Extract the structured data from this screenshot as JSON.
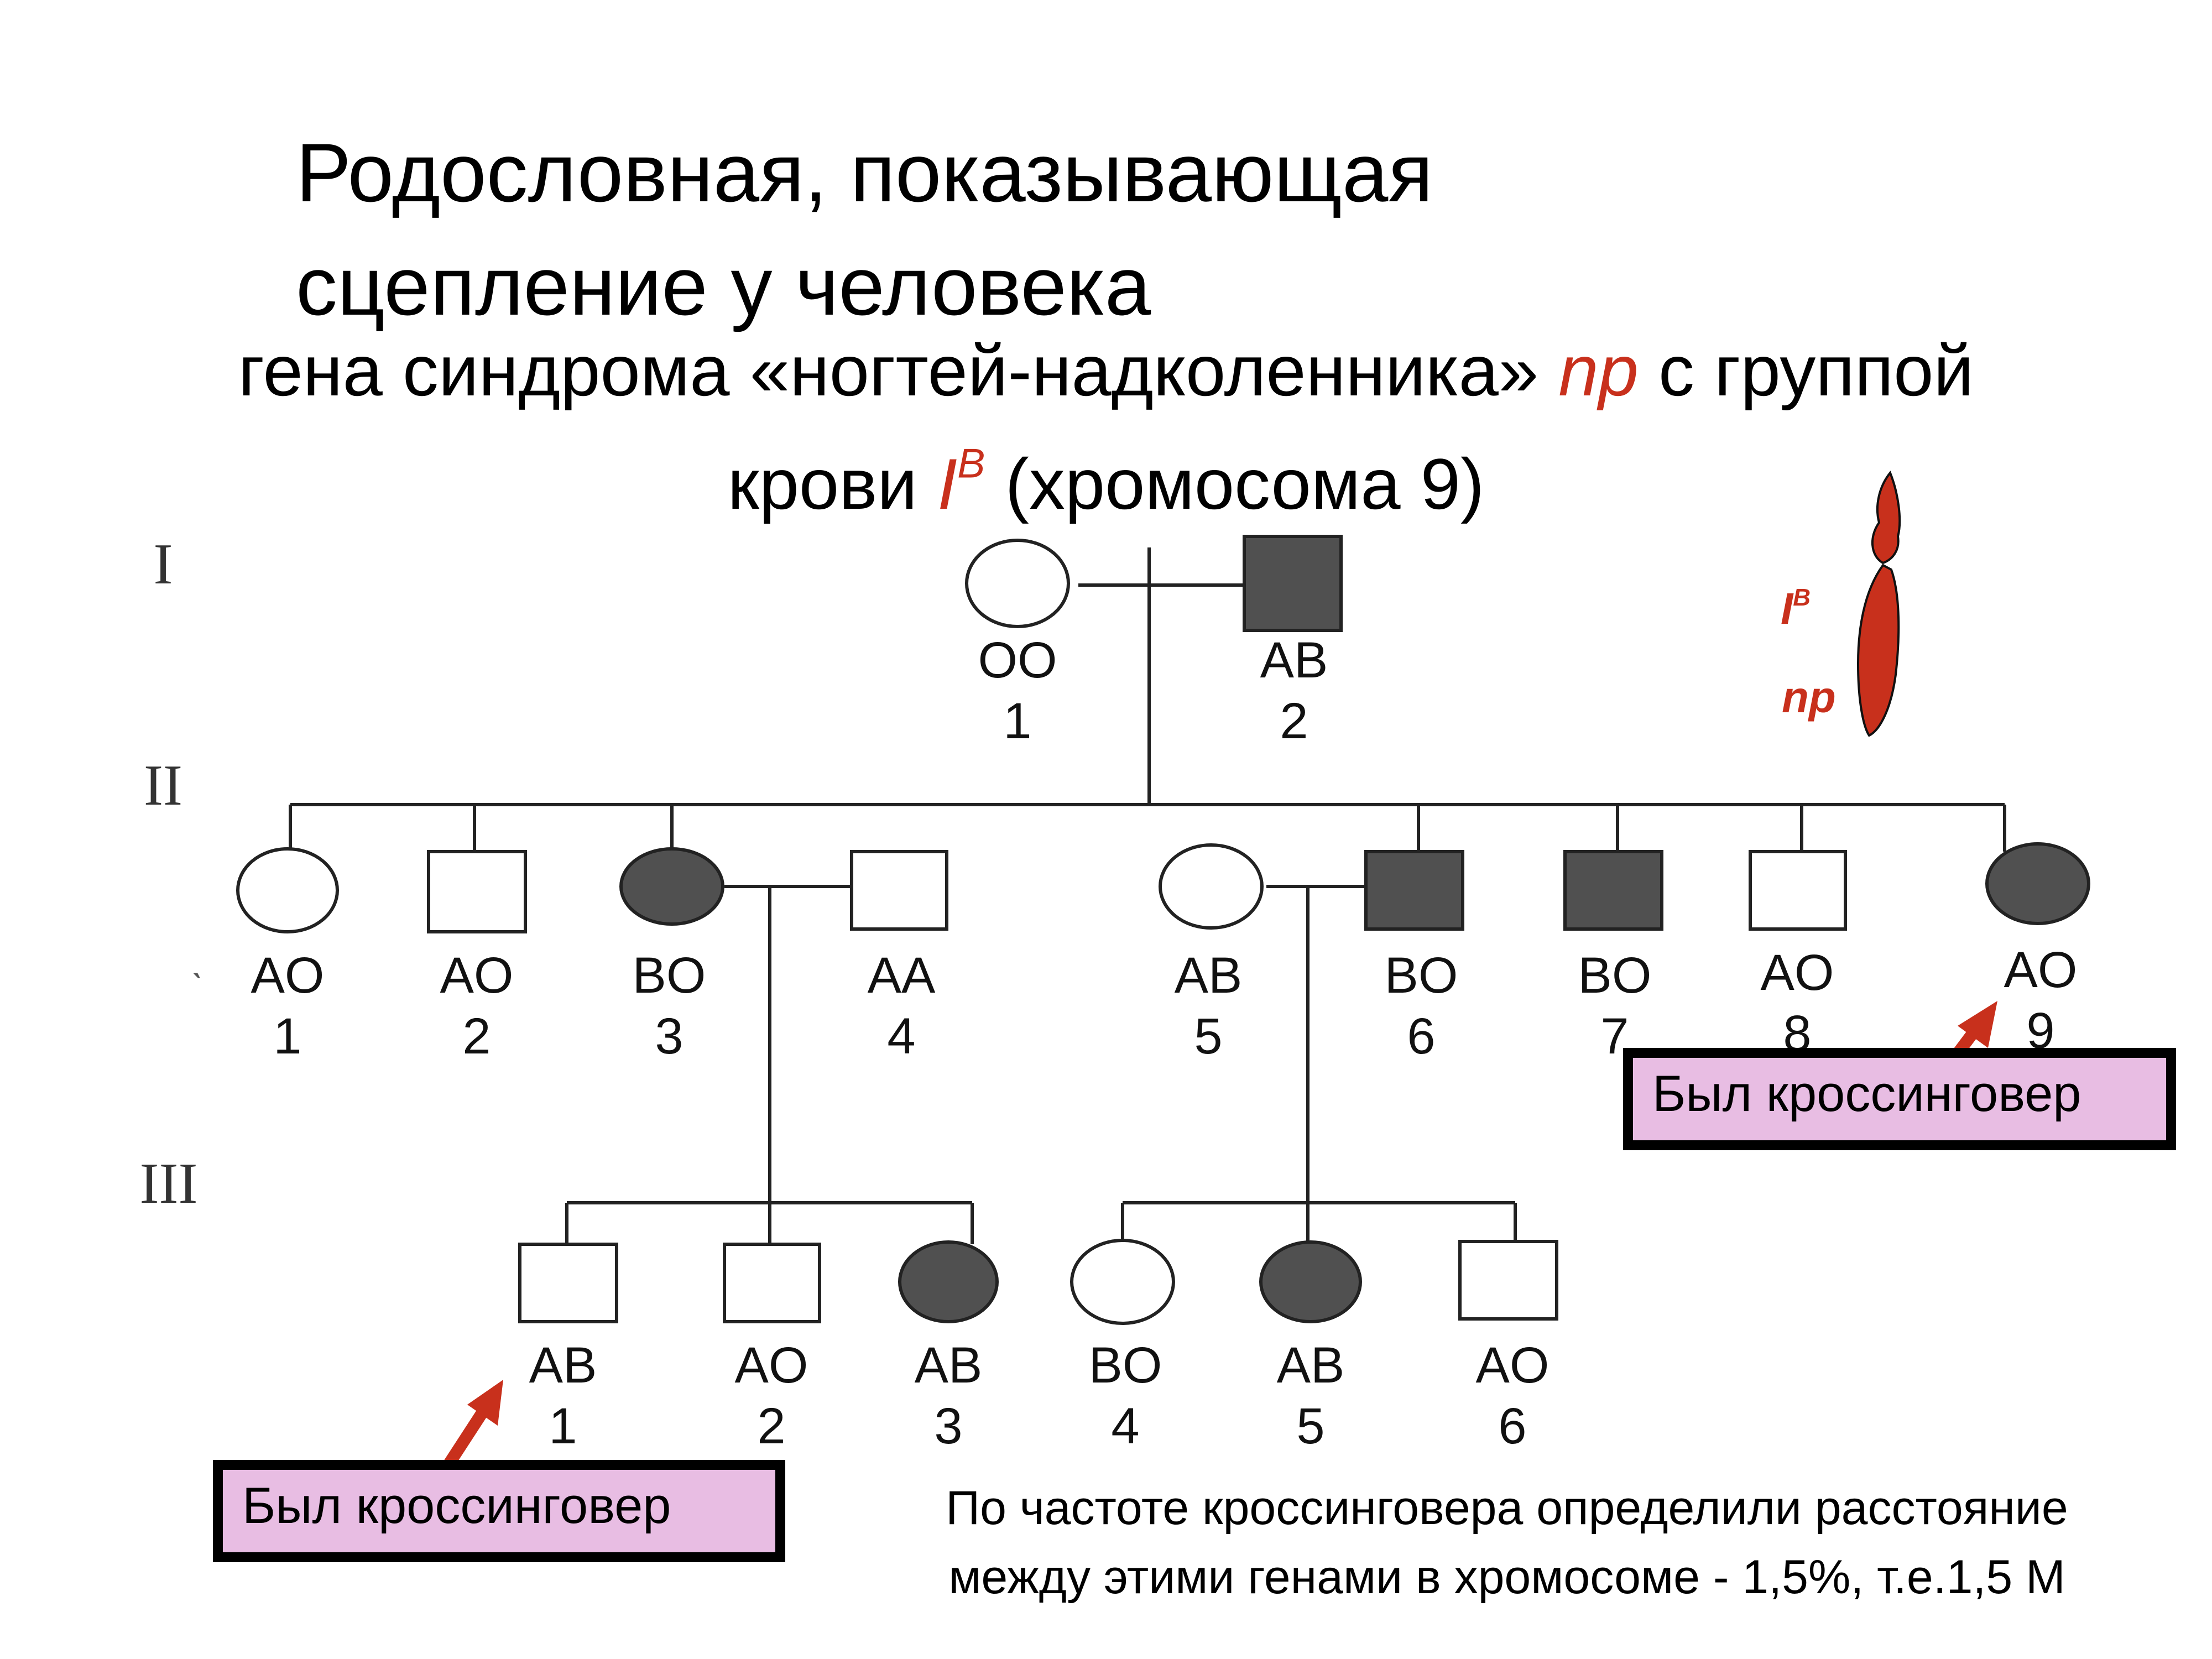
{
  "title_line1": "Родословная, показывающая",
  "title_line2": "сцепление у человека",
  "subtitle": {
    "part1": "гена синдрома «ногтей-надколенника» ",
    "gene1": "np",
    "part2": " с группой",
    "part3": "крови ",
    "gene2_base": "I",
    "gene2_sup": "B",
    "part4": " (хромосома 9)"
  },
  "chromosome": {
    "label_top": "I",
    "label_top_sup": "B",
    "label_bottom": "np",
    "color": "#c8301c"
  },
  "generations": [
    "I",
    "II",
    "III"
  ],
  "gen1": [
    {
      "sex": "female",
      "affected": false,
      "genotype": "OO",
      "number": "1"
    },
    {
      "sex": "male",
      "affected": true,
      "genotype": "AB",
      "number": "2"
    }
  ],
  "gen2": [
    {
      "sex": "female",
      "affected": false,
      "genotype": "AO",
      "number": "1"
    },
    {
      "sex": "male",
      "affected": false,
      "genotype": "AO",
      "number": "2"
    },
    {
      "sex": "female",
      "affected": true,
      "genotype": "BO",
      "number": "3"
    },
    {
      "sex": "male",
      "affected": false,
      "genotype": "AA",
      "number": "4"
    },
    {
      "sex": "female",
      "affected": false,
      "genotype": "AB",
      "number": "5"
    },
    {
      "sex": "male",
      "affected": true,
      "genotype": "BO",
      "number": "6"
    },
    {
      "sex": "male",
      "affected": true,
      "genotype": "BO",
      "number": "7"
    },
    {
      "sex": "male",
      "affected": false,
      "genotype": "AO",
      "number": "8"
    },
    {
      "sex": "female",
      "affected": true,
      "genotype": "AO",
      "number": "9"
    }
  ],
  "gen3": [
    {
      "sex": "male",
      "affected": false,
      "genotype": "AB",
      "number": "1"
    },
    {
      "sex": "male",
      "affected": false,
      "genotype": "AO",
      "number": "2"
    },
    {
      "sex": "female",
      "affected": true,
      "genotype": "AB",
      "number": "3"
    },
    {
      "sex": "female",
      "affected": false,
      "genotype": "BO",
      "number": "4"
    },
    {
      "sex": "female",
      "affected": true,
      "genotype": "AB",
      "number": "5"
    },
    {
      "sex": "male",
      "affected": false,
      "genotype": "AO",
      "number": "6"
    }
  ],
  "callout_text": "Был кроссинговер",
  "conclusion_line1": "По частоте кроссинговера определили расстояние",
  "conclusion_line2": "между этими генами в хромосоме - 1,5%, т.е.1,5 М",
  "colors": {
    "affected_fill": "#505050",
    "callout_bg": "#e8bde3",
    "arrow": "#c8301c",
    "accent_red": "#c8301c"
  }
}
